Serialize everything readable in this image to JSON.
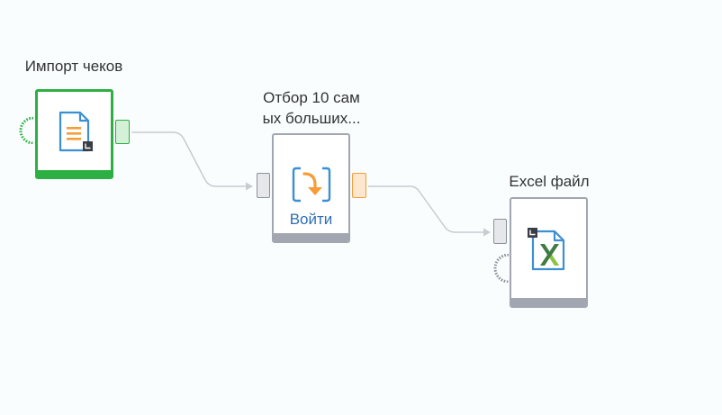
{
  "nodes": [
    {
      "id": "import",
      "title": "Импорт чеков",
      "icon": "text-file-icon",
      "state": "success",
      "accent": "#2db043"
    },
    {
      "id": "filter",
      "title_lines": [
        "Отбор 10 сам",
        "ых больших..."
      ],
      "icon": "enter-icon",
      "action_label": "Войти",
      "state": "idle",
      "accent": "#a2a6b0"
    },
    {
      "id": "excel",
      "title": "Excel файл",
      "icon": "excel-file-icon",
      "state": "idle",
      "accent": "#a2a6b0"
    }
  ],
  "colors": {
    "background": "#f9fdfe",
    "success": "#2db043",
    "neutral": "#a2a6b0",
    "output_port_orange": "#f59d38",
    "action_link": "#2e6fb3",
    "link_line": "#c8cbd0"
  }
}
